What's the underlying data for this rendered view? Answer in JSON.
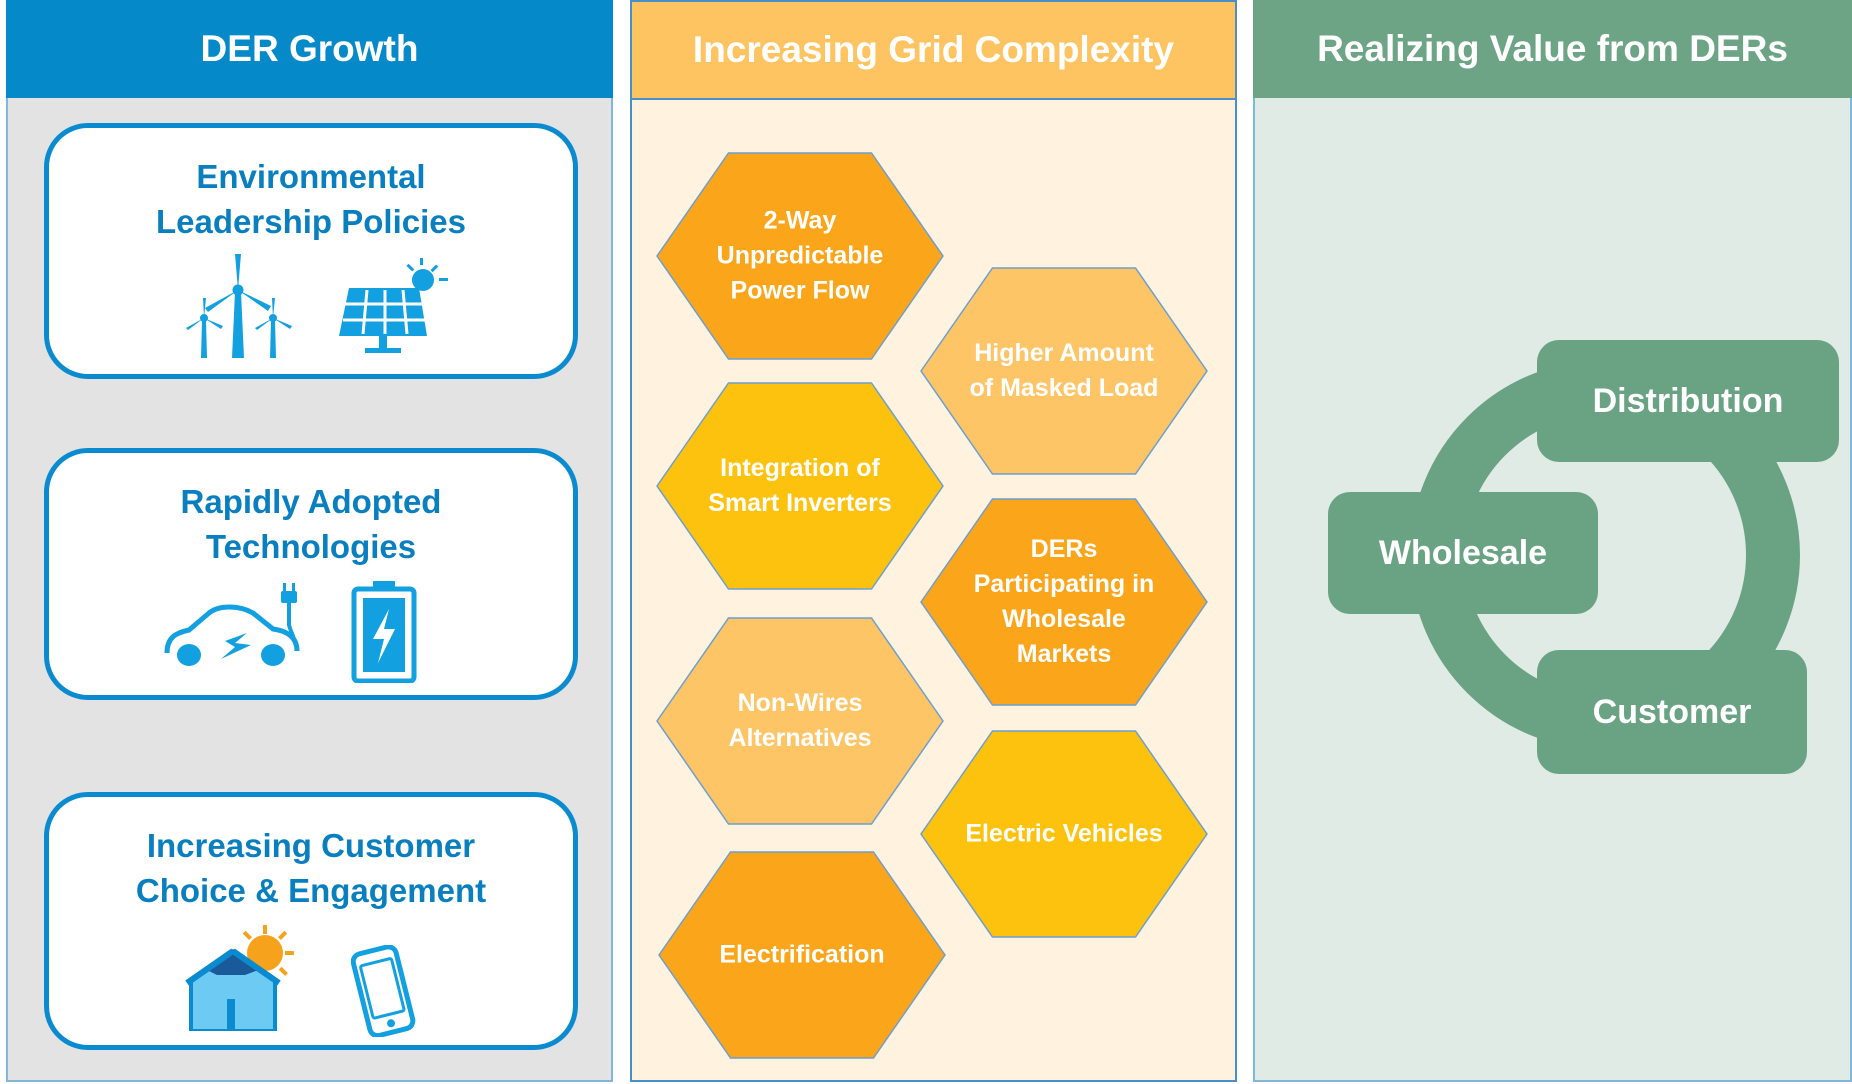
{
  "columns": [
    {
      "title": "DER Growth"
    },
    {
      "title": "Increasing Grid Complexity"
    },
    {
      "title": "Realizing Value from DERs"
    }
  ],
  "der_growth_cards": [
    {
      "title": "Environmental\nLeadership Policies",
      "icons": [
        "wind-turbines-icon",
        "solar-panel-icon"
      ]
    },
    {
      "title": "Rapidly Adopted\nTechnologies",
      "icons": [
        "electric-car-icon",
        "battery-icon"
      ]
    },
    {
      "title": "Increasing Customer\nChoice & Engagement",
      "icons": [
        "solar-house-icon",
        "smartphone-icon"
      ]
    }
  ],
  "complexity_hexagons": [
    {
      "label": "2-Way\nUnpredictable\nPower Flow",
      "color": "#fba51b"
    },
    {
      "label": "Higher Amount\nof Masked Load",
      "color": "#fdc566"
    },
    {
      "label": "Integration of\nSmart Inverters",
      "color": "#fdc20d"
    },
    {
      "label": "DERs\nParticipating in\nWholesale\nMarkets",
      "color": "#fba51b"
    },
    {
      "label": "Non-Wires\nAlternatives",
      "color": "#fdc566"
    },
    {
      "label": "Electric Vehicles",
      "color": "#fdc20d"
    },
    {
      "label": "Electrification",
      "color": "#fba51b"
    }
  ],
  "value_cycle": {
    "nodes": [
      "Distribution",
      "Wholesale",
      "Customer"
    ],
    "color": "#6aa384"
  },
  "colors": {
    "blue": "#0689c8",
    "amber": "#fdc461",
    "green": "#6da486"
  }
}
